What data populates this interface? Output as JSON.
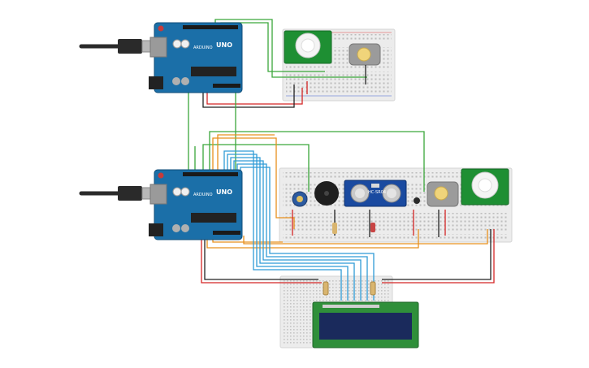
{
  "board_top": {
    "logo": "ARDUINO",
    "model": "UNO"
  },
  "board_bottom": {
    "logo": "ARDUINO",
    "model": "UNO"
  },
  "sensor": {
    "label": "HC-SR04"
  },
  "colors": {
    "board_blue": "#1b6fa8",
    "board_dark": "#15507c",
    "wire_green": "#3aa63a",
    "wire_orange": "#e8901d",
    "wire_blue": "#2f9bd6",
    "wire_red": "#d42525",
    "wire_black": "#222222",
    "pir_green": "#1e8f33",
    "breadboard": "#ededed",
    "lcd_screen": "#1a2a5c",
    "lcd_frame": "#2f8f3a"
  }
}
